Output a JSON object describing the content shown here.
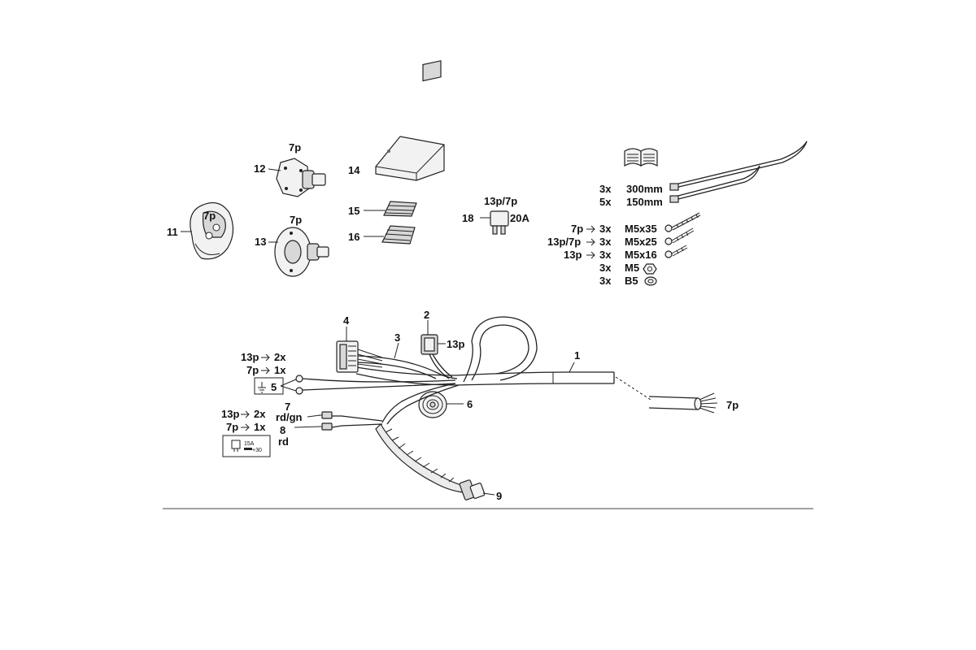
{
  "parts": {
    "p1": "1",
    "p2": "2",
    "p2_conn": "13p",
    "p3": "3",
    "p4": "4",
    "p5": "5",
    "p5_13p": "13p",
    "p5_13p_qty": "2x",
    "p5_7p": "7p",
    "p5_7p_qty": "1x",
    "p6": "6",
    "p7": "7",
    "p7_color": "rd/gn",
    "p8": "8",
    "p8_color": "rd",
    "p78_13p": "13p",
    "p78_13p_qty": "2x",
    "p78_7p": "7p",
    "p78_7p_qty": "1x",
    "fuse_box_a": "15A",
    "fuse_box_b": "+30",
    "p9": "9",
    "p11": "11",
    "p11_conn": "7p",
    "p12": "12",
    "p12_conn": "7p",
    "p13": "13",
    "p13_conn": "7p",
    "p14": "14",
    "p15": "15",
    "p16": "16",
    "p18": "18",
    "p18_conn": "13p/7p",
    "p18_rating": "20A",
    "cable_end": "7p"
  },
  "hardware": {
    "ties": [
      {
        "qty": "3x",
        "size": "300mm"
      },
      {
        "qty": "5x",
        "size": "150mm"
      }
    ],
    "screws": [
      {
        "cfg": "7p",
        "qty": "3x",
        "size": "M5x35"
      },
      {
        "cfg": "13p/7p",
        "qty": "3x",
        "size": "M5x25"
      },
      {
        "cfg": "13p",
        "qty": "3x",
        "size": "M5x16"
      }
    ],
    "nut": {
      "qty": "3x",
      "size": "M5"
    },
    "washer": {
      "qty": "3x",
      "size": "B5"
    }
  },
  "icons": [
    "manual-book-icon",
    "ground-icon",
    "fuse-icon",
    "arrow-icon"
  ]
}
